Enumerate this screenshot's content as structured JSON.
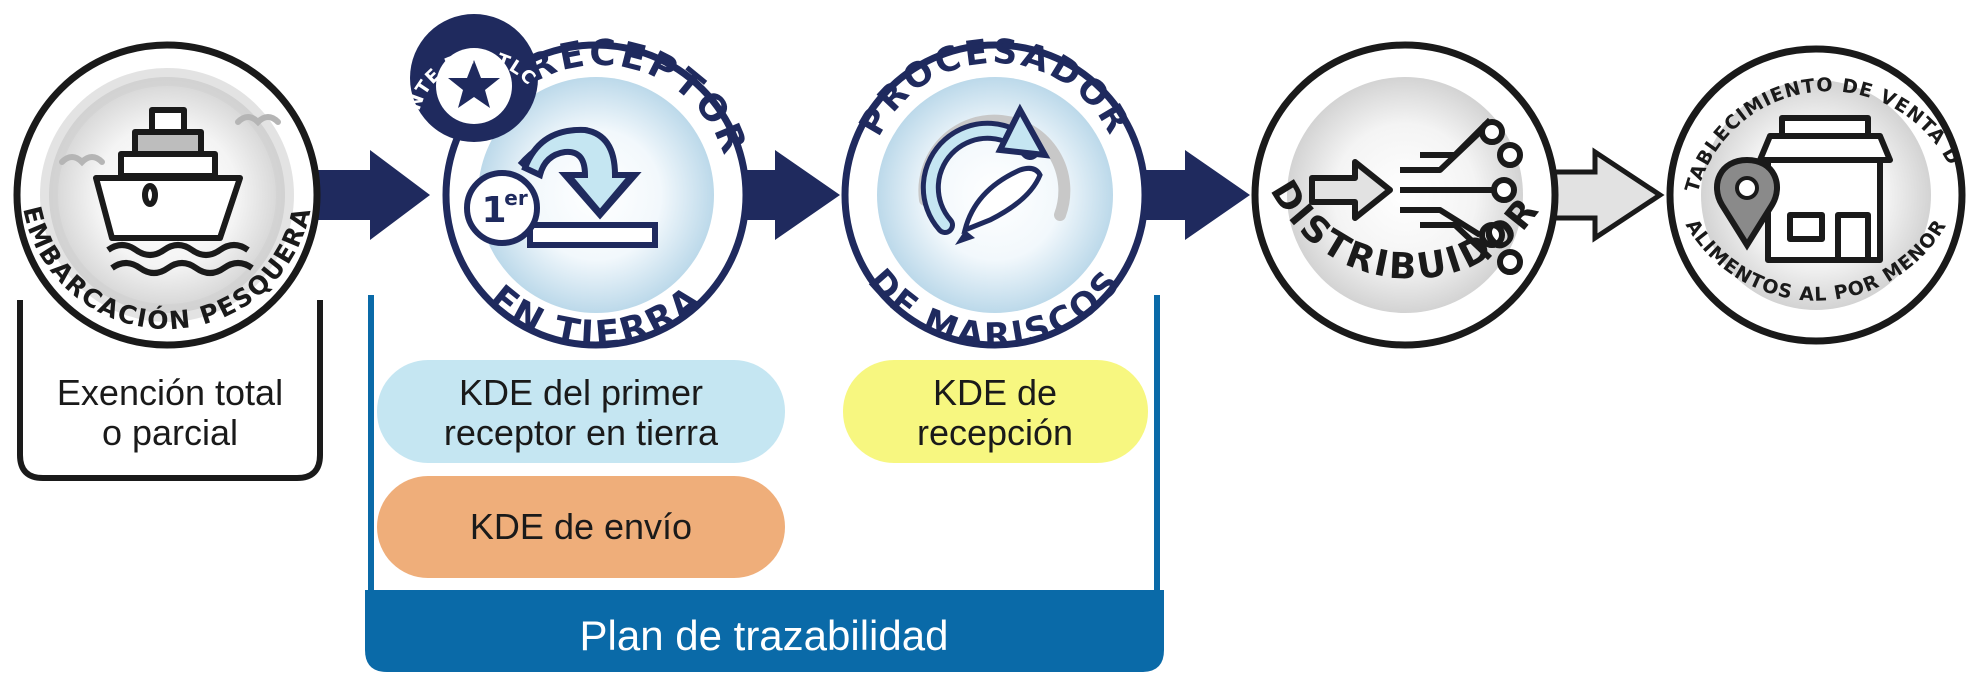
{
  "nodes": {
    "vessel": {
      "label": "EMBARCACIÓN PESQUERA"
    },
    "receiver": {
      "label_top": "RECEPTOR",
      "label_bottom": "EN TIERRA",
      "badge": "FUENTE DEL TLC",
      "first_number": "1",
      "first_suffix": "er"
    },
    "processor": {
      "label_top": "PROCESADOR",
      "label_bottom": "DE MARISCOS"
    },
    "distributor": {
      "label": "DISTRIBUIDOR"
    },
    "retail": {
      "label_top": "ESTABLECIMIENTO DE VENTA DE",
      "label_bottom": "ALIMENTOS AL POR MENOR"
    }
  },
  "exemption": {
    "line1": "Exención total",
    "line2": "o parcial"
  },
  "kde": {
    "first_receiver": {
      "line1": "KDE del primer",
      "line2": "receptor en tierra"
    },
    "shipping": {
      "line1": "KDE de envío"
    },
    "receiving": {
      "line1": "KDE de",
      "line2": "recepción"
    }
  },
  "plan": {
    "label": "Plan de trazabilidad"
  },
  "colors": {
    "navy": "#1f2a5e",
    "plan_blue": "#0a6aa8",
    "light_blue": "#c5e6f2",
    "orange": "#efae7a",
    "yellow": "#f7f780",
    "gray_ring": "#d4d4d4",
    "gray_arrow": "#e2e2e2",
    "black": "#1a1a1a"
  },
  "icons": [
    "ship-icon",
    "bird-icon",
    "star-icon",
    "transfer-arrow-icon",
    "cycle-arrow-icon",
    "fish-icon",
    "circuit-arrow-icon",
    "store-icon",
    "location-pin-icon",
    "flow-arrow-icon"
  ]
}
